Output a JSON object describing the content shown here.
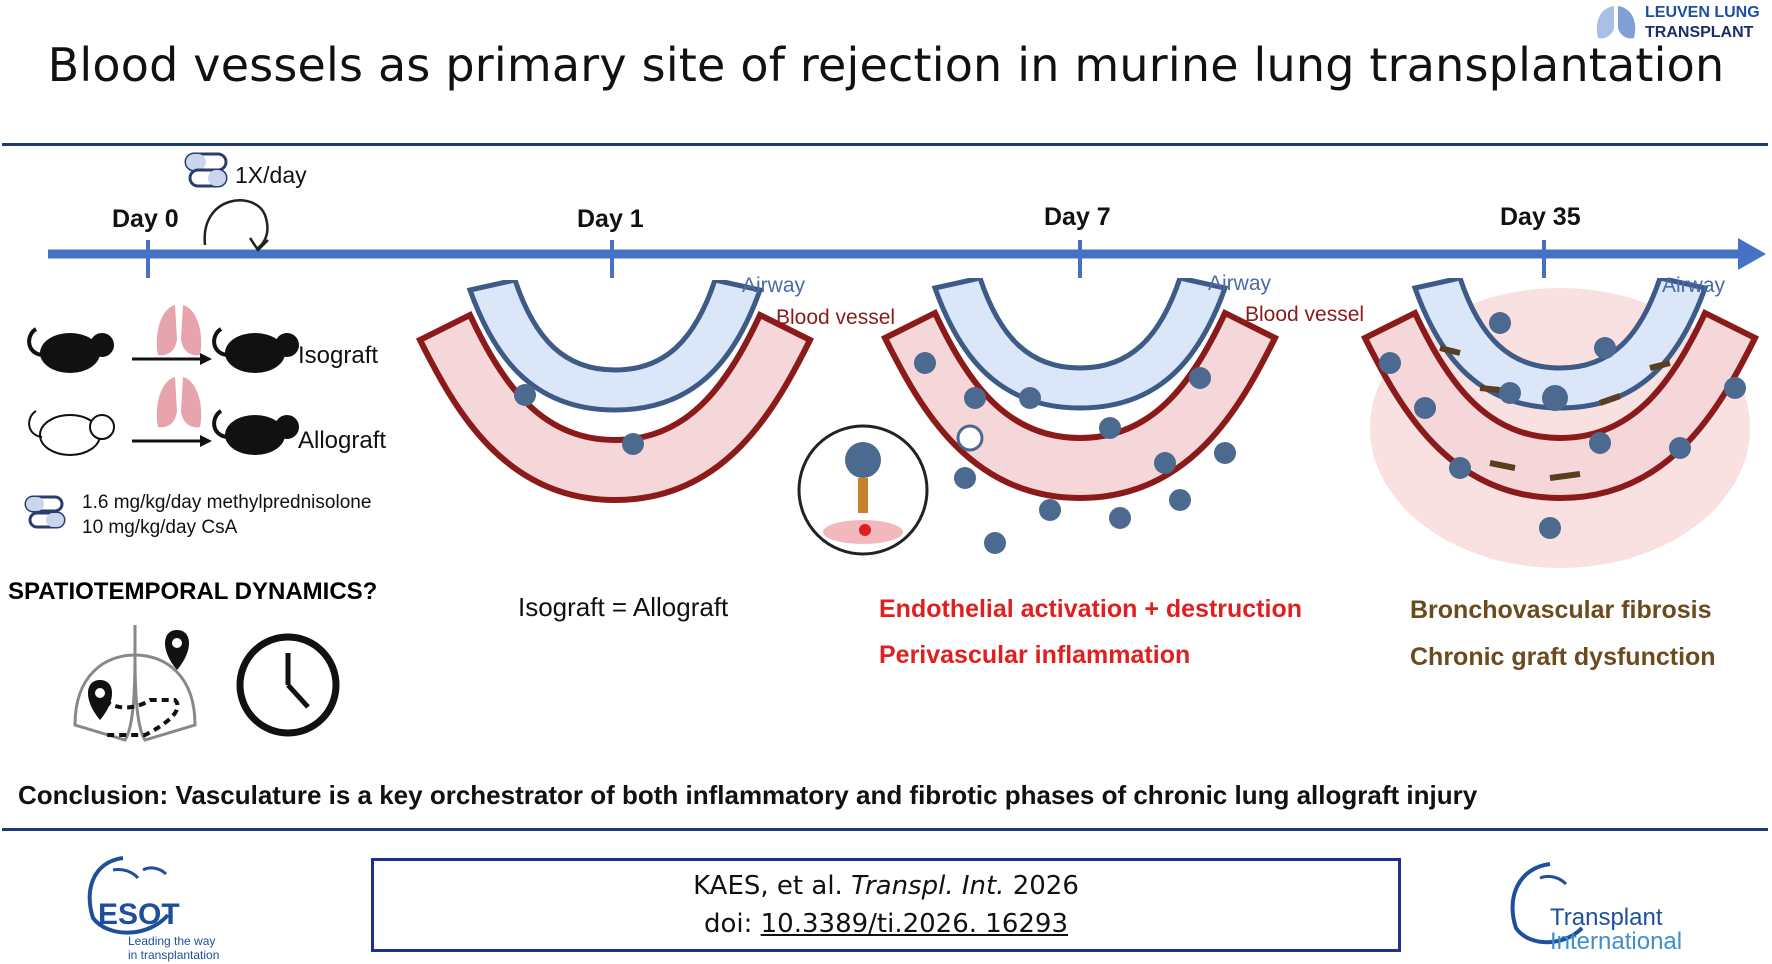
{
  "title": "Blood vessels as primary site of rejection in murine lung transplantation",
  "leuven_logo": {
    "line1": "LEUVEN LUNG",
    "line2": "TRANSPLANT"
  },
  "timeline": {
    "dosing": "1X/day",
    "days": [
      "Day 0",
      "Day 1",
      "Day 7",
      "Day 35"
    ]
  },
  "model": {
    "isograft_label": "Isograft",
    "allograft_label": "Allograft",
    "drug_line1": "1.6 mg/kg/day methylprednisolone",
    "drug_line2": "10 mg/kg/day CsA",
    "question": "SPATIOTEMPORAL DYNAMICS?"
  },
  "panels": {
    "airway_label": "Airway",
    "blood_vessel_label": "Blood vessel",
    "day1_caption": "Isograft = Allograft",
    "day7_line1": "Endothelial activation + destruction",
    "day7_line2": "Perivascular inflammation",
    "day35_line1": "Bronchovascular fibrosis",
    "day35_line2": "Chronic graft dysfunction"
  },
  "conclusion": "Conclusion: Vasculature is a key orchestrator of both inflammatory and fibrotic phases of chronic lung allograft injury",
  "citation": {
    "authors": "KAES, et al.",
    "journal": "Transpl. Int.",
    "year": "2026",
    "doi_prefix": "doi:",
    "doi": "10.3389/ti.2026. 16293"
  },
  "esot_logo": {
    "name": "ESOT",
    "tagline1": "Leading the way",
    "tagline2": "in transplantation"
  },
  "ti_logo": {
    "line1": "Transplant",
    "line2": "International"
  },
  "colors": {
    "navy_rule": "#1f3b73",
    "timeline_blue": "#4472c4",
    "vessel_red": "#8b1a1a",
    "airway_blue": "#4a6aa8",
    "alert_red": "#e02020",
    "fibrosis_brown": "#6b4a1e",
    "citation_border": "#1f2f8f"
  }
}
